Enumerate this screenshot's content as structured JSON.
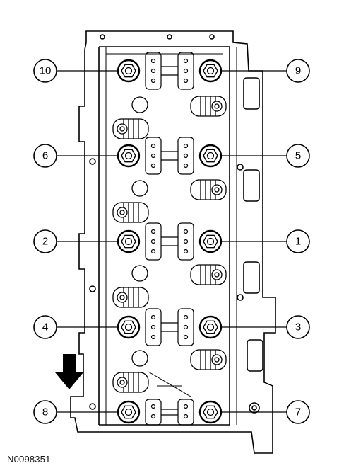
{
  "figure_code": "N0098351",
  "callouts": [
    "1",
    "2",
    "3",
    "4",
    "5",
    "6",
    "7",
    "8",
    "9",
    "10"
  ],
  "arrow": {
    "direction": "down",
    "meaning": "front-of-engine-icon"
  },
  "colors": {
    "line": "#000000",
    "background": "#ffffff"
  }
}
